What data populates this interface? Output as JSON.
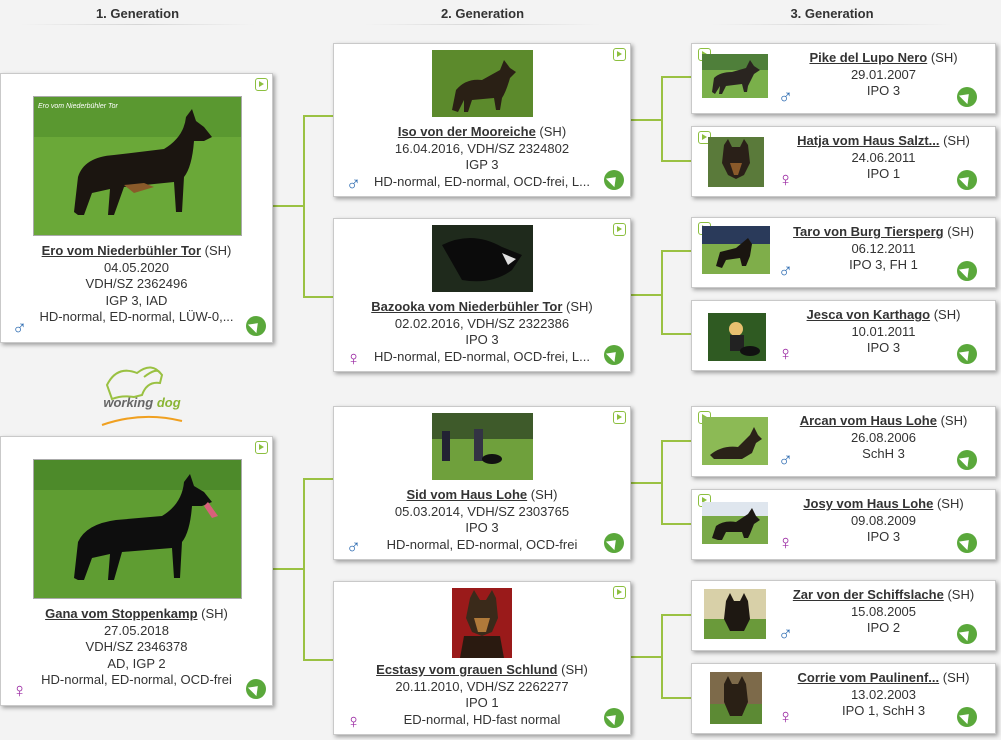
{
  "headers": [
    "1. Generation",
    "2. Generation",
    "3. Generation"
  ],
  "logo": {
    "text_a": "working",
    "text_b": "dog"
  },
  "gen1": [
    {
      "name": "Ero vom Niederbühler Tor",
      "suffix": " (SH)",
      "date": "04.05.2020",
      "reg": "VDH/SZ 2362496",
      "titles": "IGP 3, IAD",
      "health": "HD-normal, ED-normal, LÜW-0,...",
      "sex": "♂",
      "photo_caption": "Ero vom Niederbühler Tor"
    },
    {
      "name": "Gana vom Stoppenkamp",
      "suffix": " (SH)",
      "date": "27.05.2018",
      "reg": "VDH/SZ 2346378",
      "titles": "AD, IGP 2",
      "health": "HD-normal, ED-normal, OCD-frei",
      "sex": "♀",
      "photo_caption": ""
    }
  ],
  "gen2": [
    {
      "name": "Iso von der Mooreiche",
      "suffix": " (SH)",
      "line1": "16.04.2016, VDH/SZ 2324802",
      "titles": "IGP 3",
      "health": "HD-normal, ED-normal, OCD-frei, L...",
      "sex": "♂"
    },
    {
      "name": "Bazooka vom Niederbühler Tor",
      "suffix": " (SH)",
      "line1": "02.02.2016, VDH/SZ 2322386",
      "titles": "IPO 3",
      "health": "HD-normal, ED-normal, OCD-frei, L...",
      "sex": "♀"
    },
    {
      "name": "Sid vom Haus Lohe",
      "suffix": " (SH)",
      "line1": "05.03.2014, VDH/SZ 2303765",
      "titles": "IPO 3",
      "health": "HD-normal, ED-normal, OCD-frei",
      "sex": "♂"
    },
    {
      "name": "Ecstasy vom grauen Schlund",
      "suffix": " (SH)",
      "line1": "20.11.2010, VDH/SZ 2262277",
      "titles": "IPO 1",
      "health": "ED-normal, HD-fast normal",
      "sex": "♀"
    }
  ],
  "gen3": [
    {
      "name": "Pike del Lupo Nero",
      "suffix": " (SH)",
      "date": "29.01.2007",
      "titles": "IPO 3",
      "sex": "♂"
    },
    {
      "name": "Hatja vom Haus Salzt...",
      "suffix": " (SH)",
      "date": "24.06.2011",
      "titles": "IPO 1",
      "sex": "♀"
    },
    {
      "name": "Taro von Burg Tiersperg",
      "suffix": " (SH)",
      "date": "06.12.2011",
      "titles": "IPO 3, FH 1",
      "sex": "♂"
    },
    {
      "name": "Jesca von Karthago",
      "suffix": " (SH)",
      "date": "10.01.2011",
      "titles": "IPO 3",
      "sex": "♀"
    },
    {
      "name": "Arcan vom Haus Lohe",
      "suffix": " (SH)",
      "date": "26.08.2006",
      "titles": "SchH 3",
      "sex": "♂"
    },
    {
      "name": "Josy vom Haus Lohe",
      "suffix": " (SH)",
      "date": "09.08.2009",
      "titles": "IPO 3",
      "sex": "♀"
    },
    {
      "name": "Zar von der Schiffslache",
      "suffix": " (SH)",
      "date": "15.08.2005",
      "titles": "IPO 2",
      "sex": "♂"
    },
    {
      "name": "Corrie vom Paulinenf...",
      "suffix": " (SH)",
      "date": "13.02.2003",
      "titles": "IPO 1, SchH 3",
      "sex": "♀"
    }
  ],
  "colors": {
    "accent": "#9ac142",
    "male": "#2f6db2",
    "female": "#9b2aa3"
  }
}
